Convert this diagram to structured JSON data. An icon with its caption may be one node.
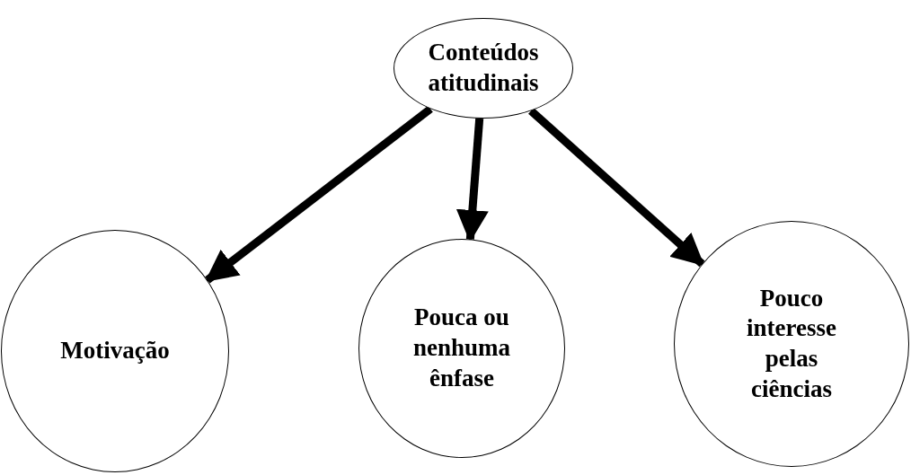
{
  "diagram": {
    "nodes": [
      {
        "text": [
          "Conteúdos atitudinais"
        ]
      },
      {
        "text": [
          "Motivação"
        ]
      },
      {
        "text": [
          "Pouca ou nenhuma ênfase"
        ]
      },
      {
        "text": [
          "Pouco interesse pelas ciências"
        ]
      }
    ],
    "edges": [
      {
        "from": 0,
        "to": 1,
        "arrow": "to"
      },
      {
        "from": 0,
        "to": 2,
        "arrow": "to"
      },
      {
        "from": 0,
        "to": 3,
        "arrow": "to"
      }
    ]
  }
}
